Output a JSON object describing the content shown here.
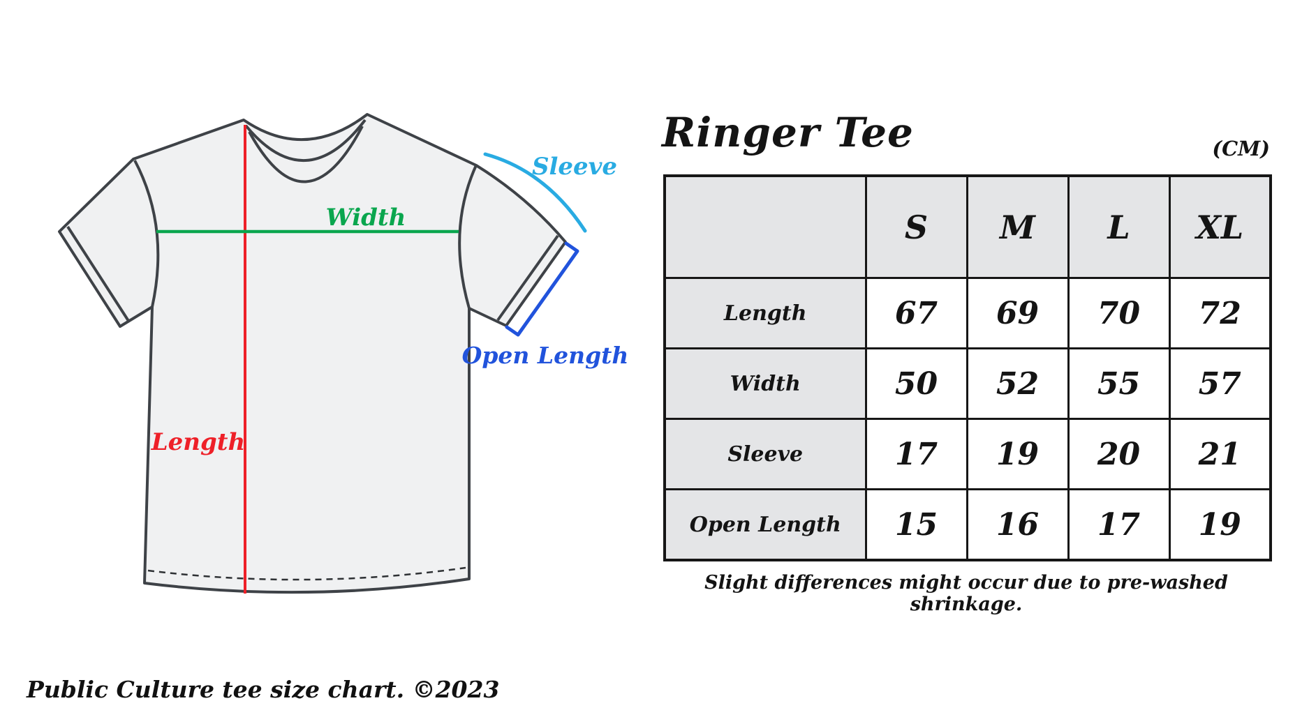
{
  "page": {
    "credit": "Public Culture tee size chart. ©2023"
  },
  "diagram": {
    "labels": {
      "sleeve": "Sleeve",
      "width": "Width",
      "open_length": "Open Length",
      "length": "Length"
    },
    "colors": {
      "length_line": "#ee2028",
      "width_line": "#0aa64e",
      "sleeve_arc": "#29abe2",
      "open_length_bracket": "#2153dc",
      "shirt_outline": "#3e4247",
      "shirt_fill": "#f0f1f2"
    }
  },
  "size_chart": {
    "title": "Ringer Tee",
    "unit": "(CM)",
    "columns": [
      "S",
      "M",
      "L",
      "XL"
    ],
    "rows": [
      {
        "label": "Length",
        "color": "#ee2028",
        "values": [
          "67",
          "69",
          "70",
          "72"
        ]
      },
      {
        "label": "Width",
        "color": "#0aa64e",
        "values": [
          "50",
          "52",
          "55",
          "57"
        ]
      },
      {
        "label": "Sleeve",
        "color": "#29abe2",
        "values": [
          "17",
          "19",
          "20",
          "21"
        ]
      },
      {
        "label": "Open Length",
        "color": "#2153dc",
        "values": [
          "15",
          "16",
          "17",
          "19"
        ]
      }
    ],
    "footnote": "Slight differences might occur due to pre-washed shrinkage.",
    "header_fill": "#e4e5e7",
    "border_color": "#161616"
  }
}
